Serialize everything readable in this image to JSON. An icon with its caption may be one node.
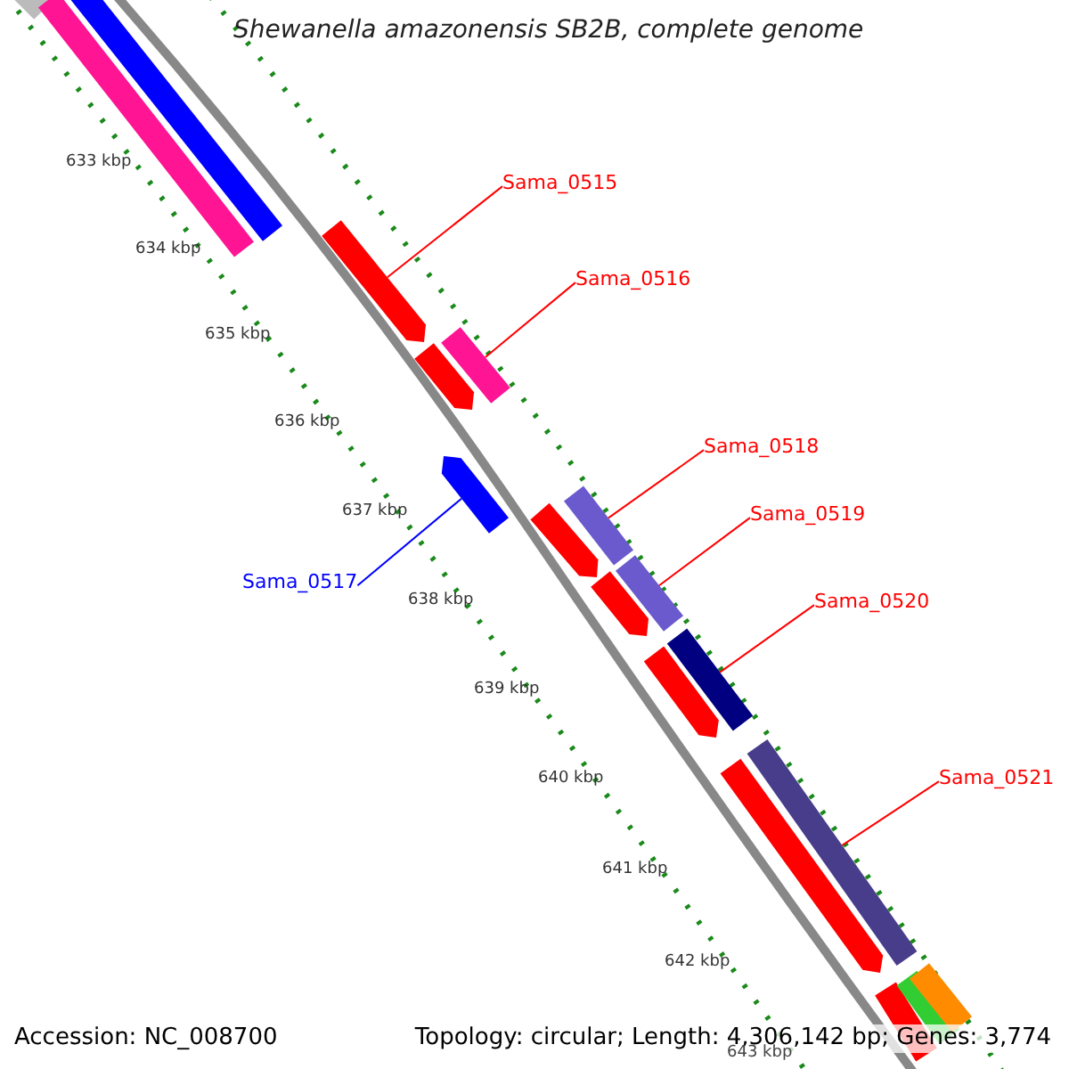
{
  "diagram": {
    "title": "Shewanella amazonensis SB2B, complete genome",
    "nodes": [
      {
        "text": [
          "Sama_0515"
        ]
      },
      {
        "text": [],
        "shape": "arrow"
      },
      {
        "text": [
          "Sama_0516"
        ]
      },
      {
        "text": [],
        "shape": "bar"
      },
      {
        "text": [
          "Sama_0517"
        ]
      },
      {
        "text": [],
        "shape": "arrow"
      },
      {
        "text": [
          "Sama_0518"
        ]
      },
      {
        "text": [],
        "shape": "bar"
      },
      {
        "text": [
          "Sama_0519"
        ]
      },
      {
        "text": [],
        "shape": "bar"
      },
      {
        "text": [
          "Sama_0520"
        ]
      },
      {
        "text": [],
        "shape": "bar"
      },
      {
        "text": [
          "Sama_0521"
        ]
      },
      {
        "text": [],
        "shape": "bar"
      },
      {
        "text": [],
        "shape": "arrow"
      }
    ],
    "edges": [
      {
        "from": 0,
        "to": 1,
        "arrow": "none"
      },
      {
        "from": 2,
        "to": 3,
        "arrow": "none"
      },
      {
        "from": 4,
        "to": 5,
        "arrow": "none",
        "color": "#0000ff"
      },
      {
        "from": 6,
        "to": 7,
        "arrow": "none"
      },
      {
        "from": 8,
        "to": 9,
        "arrow": "none"
      },
      {
        "from": 10,
        "to": 11,
        "arrow": "none"
      },
      {
        "from": 12,
        "to": 13,
        "arrow": "none"
      }
    ],
    "labels": [
      "633 kbp",
      "634 kbp",
      "635 kbp",
      "636 kbp",
      "637 kbp",
      "638 kbp",
      "639 kbp",
      "640 kbp",
      "641 kbp",
      "642 kbp",
      "643 kbp",
      "Accession: NC_008700",
      "Topology: circular; Length: 4,306,142 bp; Genes: 3,774"
    ]
  }
}
